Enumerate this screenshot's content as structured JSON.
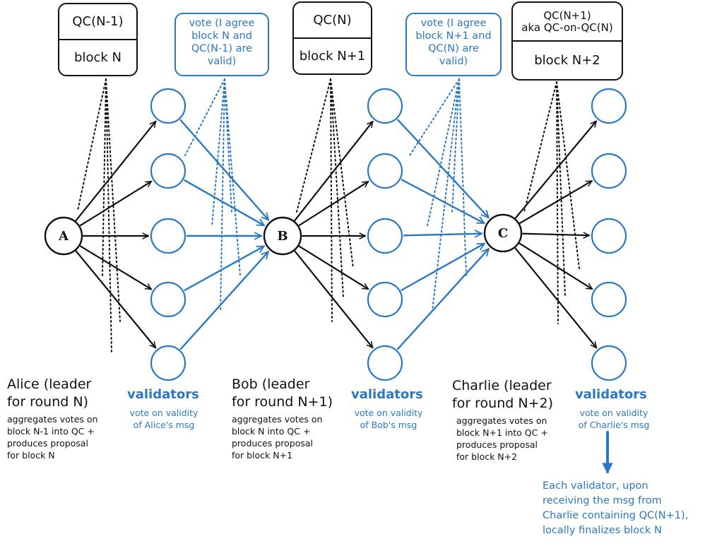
{
  "blocks": [
    {
      "qc": "QC(N-1)",
      "block": "block N"
    },
    {
      "qc": "QC(N)",
      "block": "block N+1"
    },
    {
      "qc_line1": "QC(N+1)",
      "qc_line2": "aka QC-on-QC(N)",
      "block": "block N+2"
    }
  ],
  "votes": [
    {
      "line1": "vote (I agree",
      "line2": "block N and",
      "line3": "QC(N-1) are",
      "line4": "valid)"
    },
    {
      "line1": "vote (I agree",
      "line2": "block N+1 and",
      "line3": "QC(N) are",
      "line4": "valid)"
    }
  ],
  "leaders": [
    {
      "node": "A",
      "title_line1": "Alice (leader",
      "title_line2": "for round N)",
      "desc": [
        "aggregates votes on",
        "block N-1 into QC +",
        "produces proposal",
        "for block N"
      ]
    },
    {
      "node": "B",
      "title_line1": "Bob (leader",
      "title_line2": "for round N+1)",
      "desc": [
        "aggregates votes on",
        "block N into QC +",
        "produces proposal",
        "for block N+1"
      ]
    },
    {
      "node": "C",
      "title_line1": "Charlie (leader",
      "title_line2": "for round N+2)",
      "desc": [
        "aggregates votes on",
        "block N+1 into QC +",
        "produces proposal",
        "for block N+2"
      ]
    }
  ],
  "validator_groups": [
    {
      "title": "validators",
      "desc_line1": "vote on validity",
      "desc_line2": "of Alice's msg"
    },
    {
      "title": "validators",
      "desc_line1": "vote on validity",
      "desc_line2": "of Bob's msg"
    },
    {
      "title": "validators",
      "desc_line1": "vote on validity",
      "desc_line2": "of Charlie's msg"
    }
  ],
  "final_note": [
    "Each validator, upon",
    "receiving the msg from",
    "Charlie containing QC(N+1),",
    "locally finalizes block N"
  ],
  "colors": {
    "black": "#111111",
    "blue": "#2a78c2"
  }
}
